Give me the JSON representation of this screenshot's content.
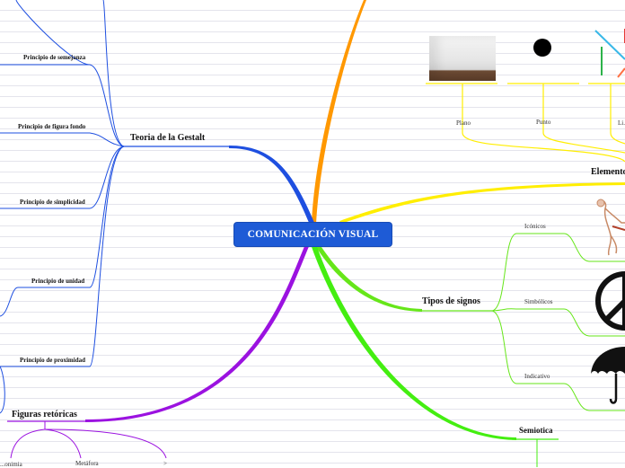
{
  "central": {
    "label": "COMUNICACIÓN VISUAL"
  },
  "gestalt": {
    "label": "Teoria de la Gestalt",
    "items": [
      "Principio de semejanza",
      "Principio de figura fondo",
      "Principio de simplicidad",
      "Principio de unidad",
      "Principio de proximidad"
    ]
  },
  "figuras": {
    "label": "Figuras retóricas",
    "items": [
      "...onimia",
      "Metáfora",
      ">"
    ]
  },
  "elementos": {
    "label": "Elemento",
    "items": [
      "Plano",
      "Punto",
      "Li..."
    ]
  },
  "signos": {
    "label": "Tipos de signos",
    "items": [
      "Icónicos",
      "Simbólicos",
      "Indicativo"
    ]
  },
  "semiotica": {
    "label": "Semiotica"
  },
  "colors": {
    "central": "#1e5bd6",
    "gestalt": "#1e4fe0",
    "figuras": "#9b12e0",
    "elementos": "#ffee00",
    "signos": "#66e619",
    "semiotica": "#44ee11",
    "top": "#ff9800"
  }
}
